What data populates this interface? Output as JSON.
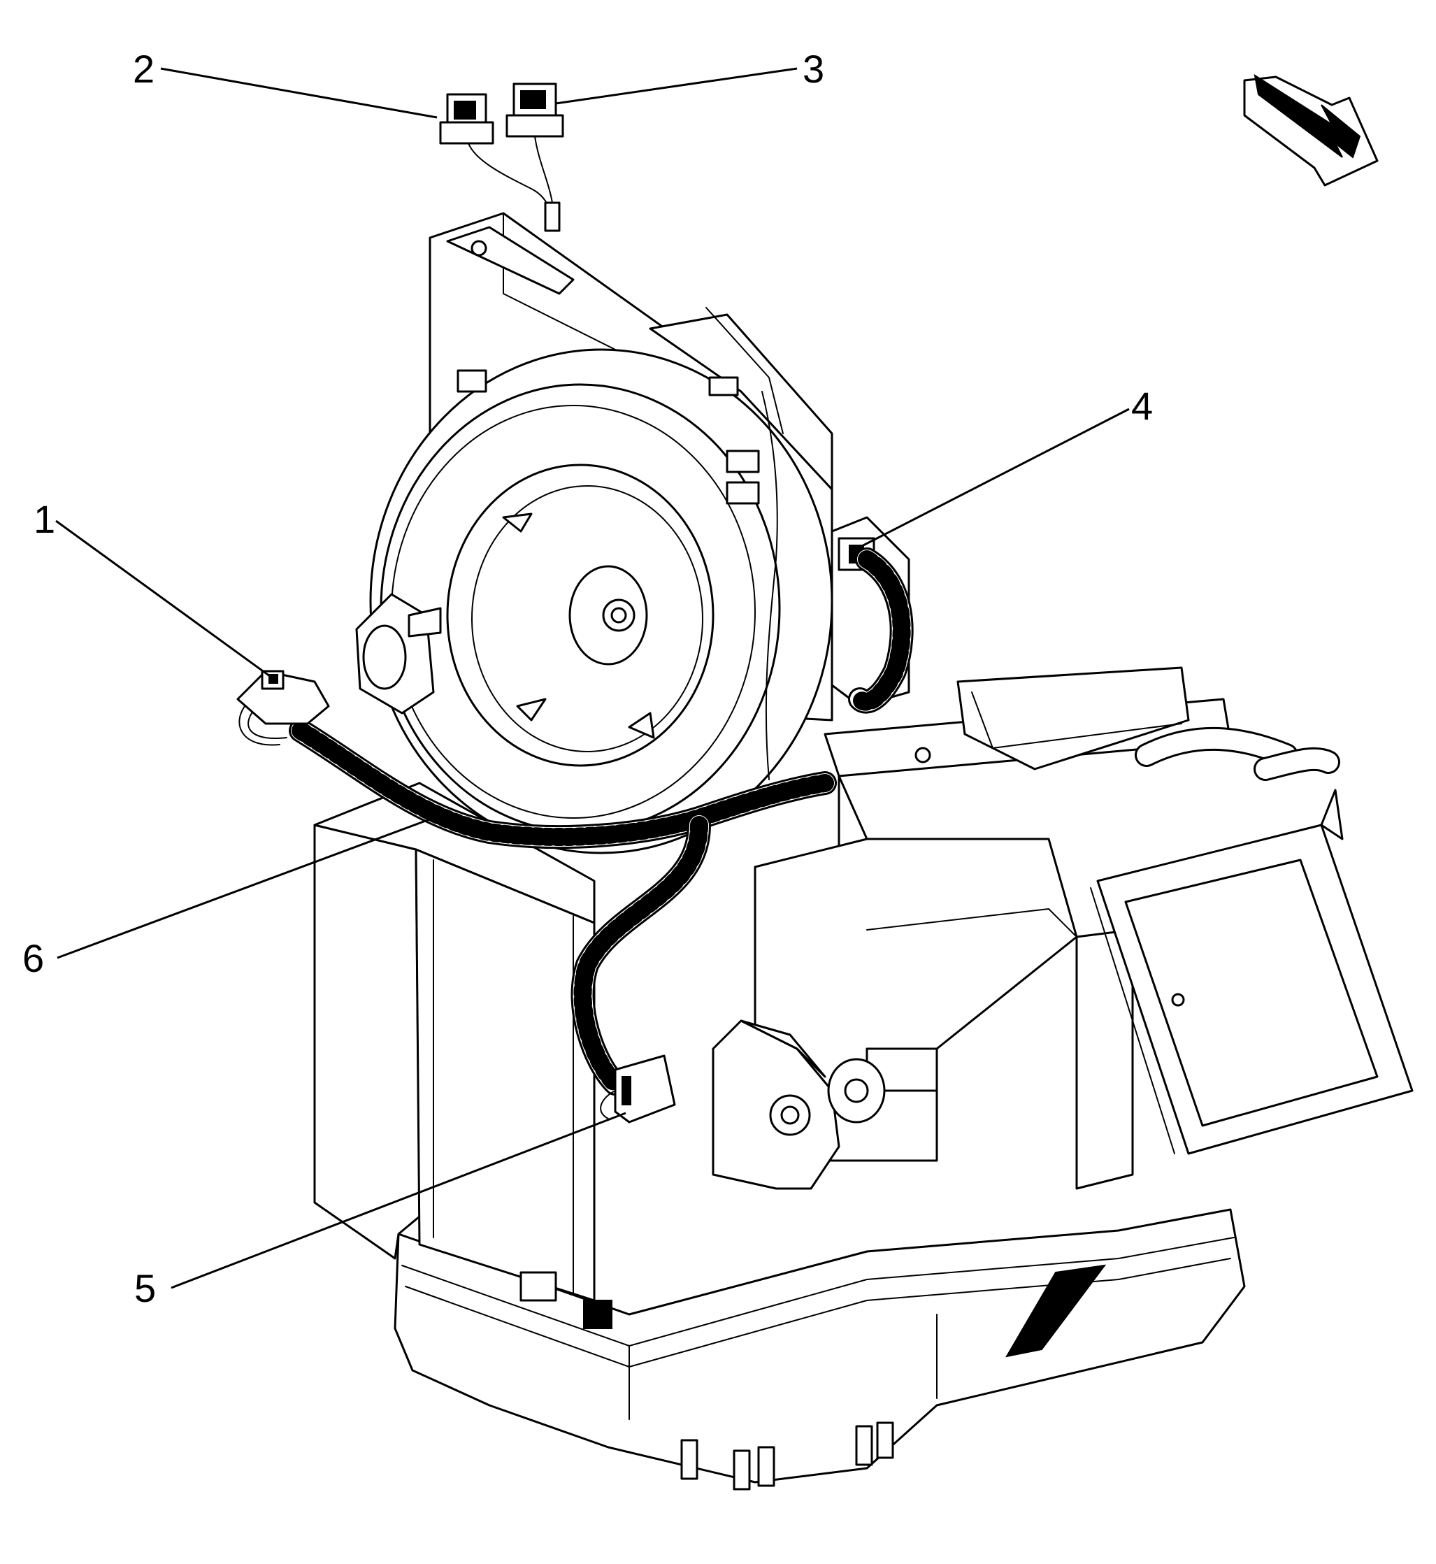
{
  "callouts": {
    "c1": "1",
    "c2": "2",
    "c3": "3",
    "c4": "4",
    "c5": "5",
    "c6": "6"
  },
  "colors": {
    "ink": "#000000",
    "paper": "#ffffff"
  },
  "icons": {
    "orientation": "direction-arrow-icon"
  }
}
